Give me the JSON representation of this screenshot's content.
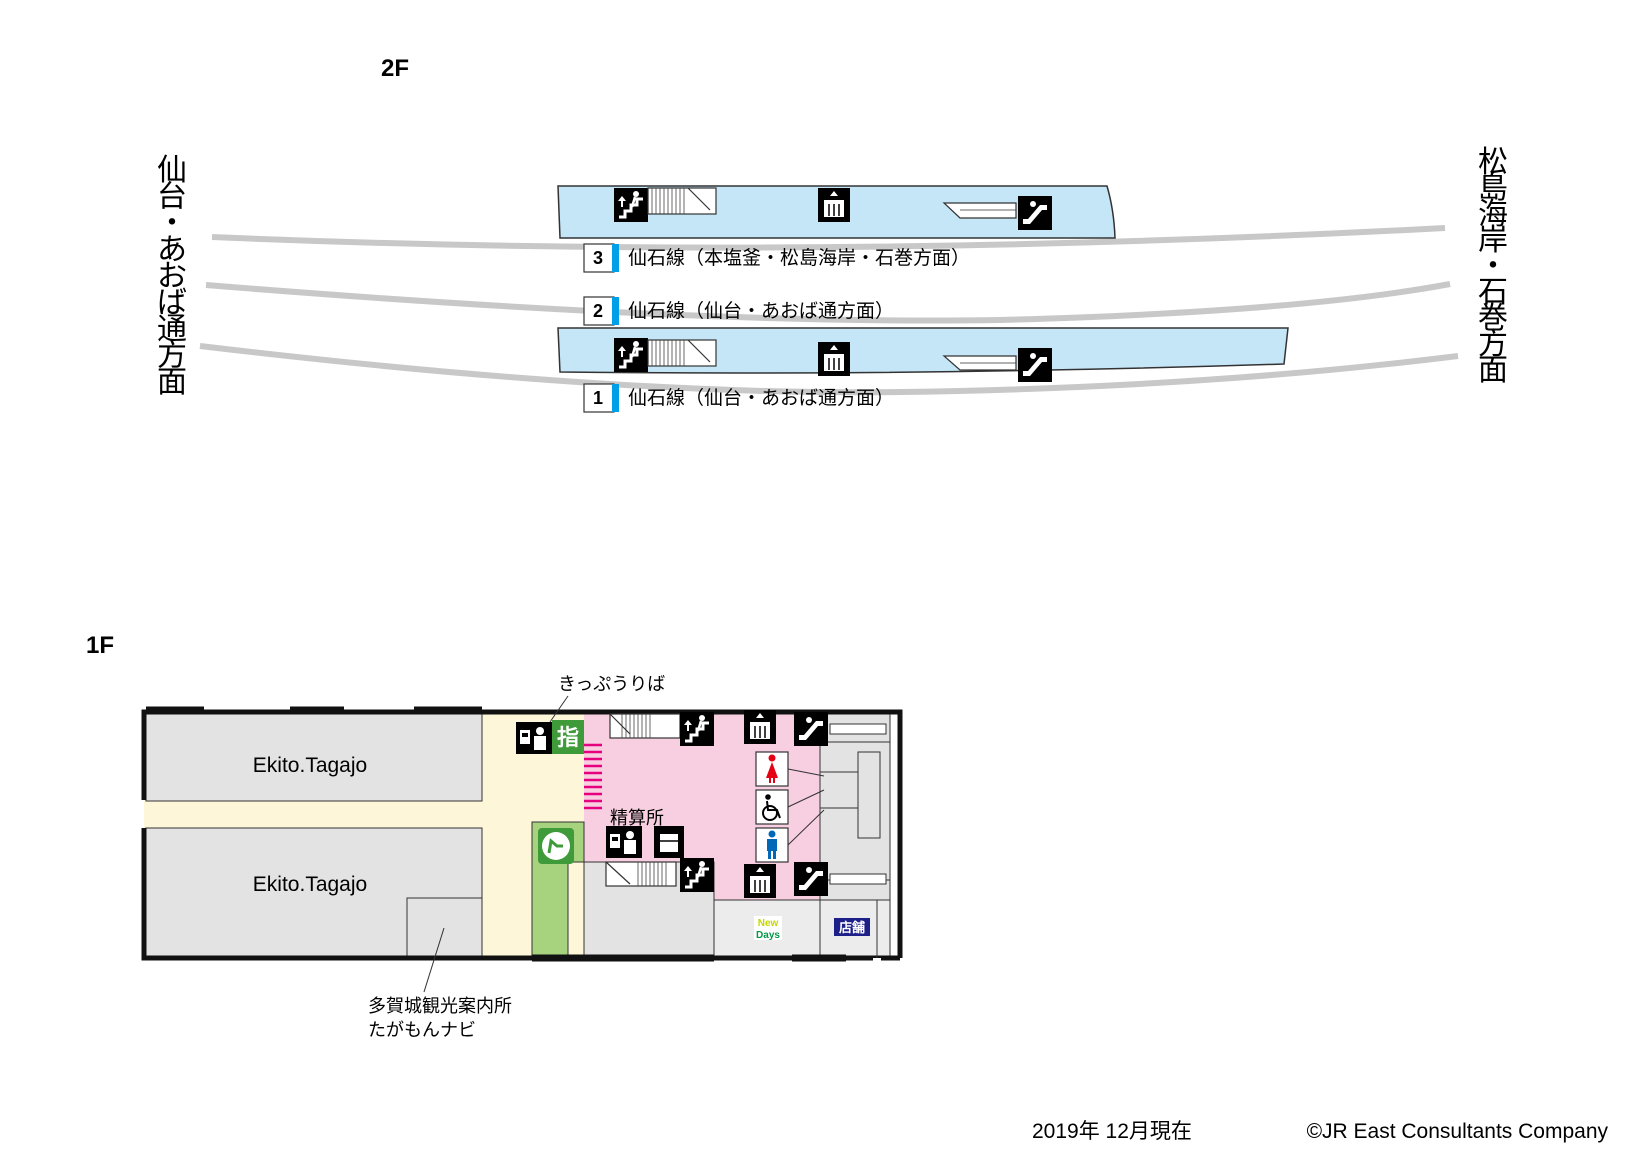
{
  "floors": {
    "upper": "2F",
    "lower": "1F"
  },
  "directions": {
    "left": [
      "仙",
      "台",
      "・",
      "あ",
      "お",
      "ば",
      "通",
      "方",
      "面"
    ],
    "right": [
      "松",
      "島",
      "海",
      "岸",
      "・",
      "石",
      "巻",
      "方",
      "面"
    ]
  },
  "tracks": [
    {
      "number": "3",
      "label": "仙石線（本塩釜・松島海岸・石巻方面）"
    },
    {
      "number": "2",
      "label": "仙石線（仙台・あおば通方面）"
    },
    {
      "number": "1",
      "label": "仙石線（仙台・あおば通方面）"
    }
  ],
  "shops": {
    "ekito_1": "Ekito.Tagajo",
    "ekito_2": "Ekito.Tagajo",
    "newdays_line1": "New",
    "newdays_line2": "Days",
    "store": "店舗"
  },
  "labels": {
    "ticket_area": "きっぷうりば",
    "reserved": "指",
    "fare_adjustment": "精算所",
    "tourist_info_1": "多賀城観光案内所",
    "tourist_info_2": "たがもんナビ"
  },
  "footer": {
    "date": "2019年 12月現在",
    "copyright": "©JR East Consultants Company"
  },
  "colors": {
    "platform": "#c5e6f7",
    "track": "#c8c8c8",
    "concourse": "#f7cfe1",
    "passage": "#fdf6d8",
    "shop": "#e3e3e3",
    "waiting_room": "#a7d27e",
    "track_marker": "#00a0e9",
    "reserved_seat": "#3f9b3a"
  },
  "icons": [
    "stairs-up-icon",
    "elevator-icon",
    "escalator-icon",
    "ticket-machine-icon",
    "reserved-seat-icon",
    "toilet-women-icon",
    "toilet-accessible-icon",
    "toilet-men-icon",
    "waiting-room-icon",
    "locker-icon",
    "newdays-logo",
    "store-sign"
  ]
}
